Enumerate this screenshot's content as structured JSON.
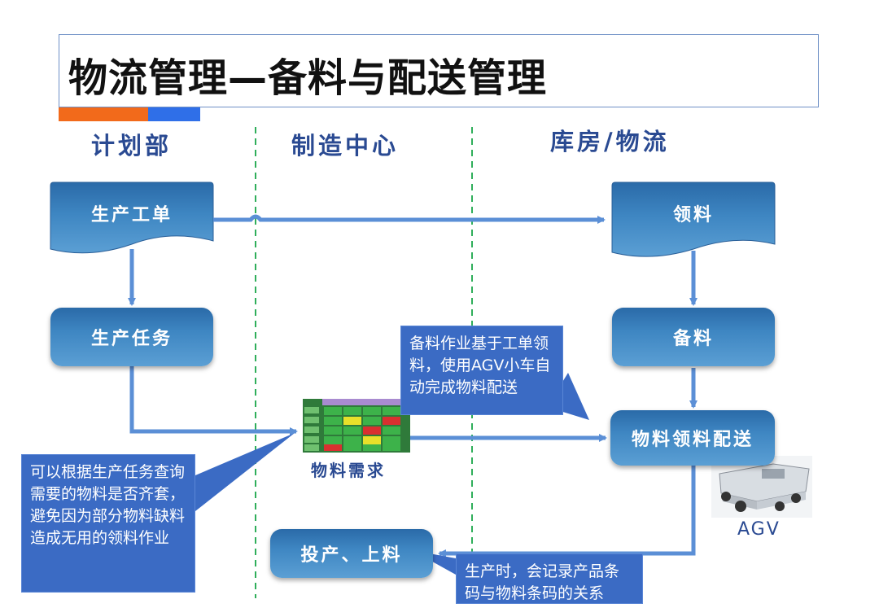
{
  "title": "物流管理—备料与配送管理",
  "columns": {
    "plan": "计划部",
    "manufacturing": "制造中心",
    "warehouse": "库房/物流"
  },
  "nodes": {
    "work_order": "生产工单",
    "production_task": "生产任务",
    "pick_material": "领料",
    "prepare_material": "备料",
    "material_delivery": "物料领料配送",
    "production_loading": "投产、上料"
  },
  "material_demand_label": "物料需求",
  "agv_label": "AGV",
  "callouts": {
    "agv_delivery": "备料作业基于工单领料，使用AGV小车自动完成物料配送",
    "query_material": "可以根据生产任务查询需要的物料是否齐套，避免因为部分物料缺料造成无用的领料作业",
    "barcode_record": "生产时，会记录产品条码与物料条码的关系"
  },
  "colors": {
    "node_fill": "#3e86c2",
    "callout_fill": "#3b6bc4",
    "arrow": "#5b8fd6",
    "divider": "#2fae5a",
    "heading": "#2a4a92",
    "accent_orange": "#f26a1b",
    "accent_blue": "#2f6fe8"
  }
}
